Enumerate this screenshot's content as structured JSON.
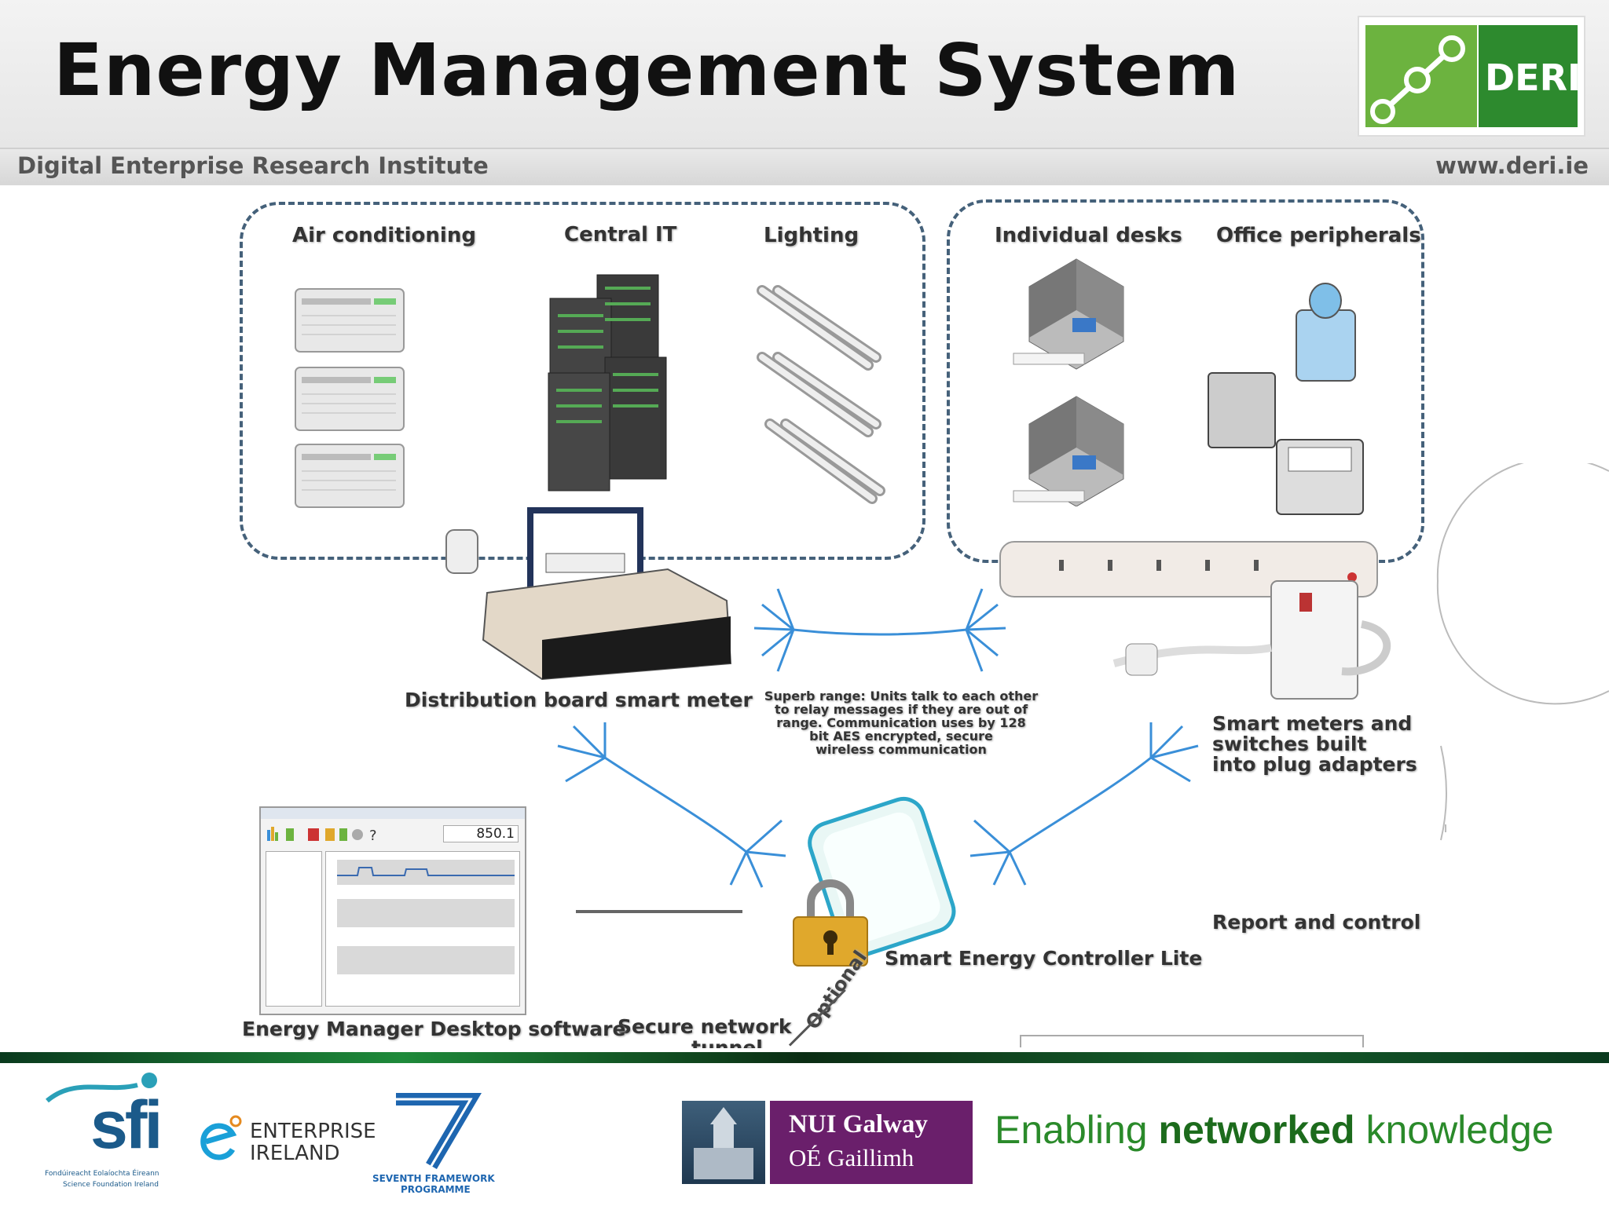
{
  "header": {
    "title": "Energy Management System",
    "institute": "Digital Enterprise Research Institute",
    "url": "www.deri.ie",
    "logo_text": "DERI"
  },
  "diagram": {
    "labels": {
      "air_conditioning": "Air conditioning",
      "central_it": "Central IT",
      "lighting": "Lighting",
      "individual_desks": "Individual desks",
      "office_peripherals": "Office peripherals",
      "distribution_meter": "Distribution board smart meter",
      "range_note_1": "Superb range: Units talk to each other",
      "range_note_2": "to relay messages if they are out of",
      "range_note_3": "range.  Communication uses by 128",
      "range_note_4": "bit AES encrypted, secure",
      "range_note_5": "wireless communication",
      "smart_meters_1": "Smart meters and",
      "smart_meters_2": "switches built",
      "smart_meters_3": "into plug adapters",
      "report_control": "Report and control",
      "controller": "Smart Energy Controller Lite",
      "desktop_software": "Energy Manager Desktop software",
      "secure_network": "Secure network",
      "tunnel": "tunnel",
      "optional": "Optional"
    },
    "software_readout": "850.1"
  },
  "footer": {
    "sfi_text": "sfi",
    "sfi_sub_1": "Fondúireacht Eolaíochta Éireann",
    "sfi_sub_2": "Science Foundation Ireland",
    "enterprise_1": "ENTERPRISE",
    "enterprise_2": "IRELAND",
    "fp7_1": "SEVENTH FRAMEWORK",
    "fp7_2": "PROGRAMME",
    "nui_1": "NUI Galway",
    "nui_2": "OÉ Gaillimh",
    "tagline_pre": "Enabling ",
    "tagline_bold": "networked",
    "tagline_post": " knowledge"
  },
  "colors": {
    "deri_green_light": "#6cb33f",
    "deri_green_dark": "#2d8a2e",
    "tagline_green": "#2a8a2a",
    "nui_purple": "#6a1f6b",
    "arrow_blue": "#3a8fd8"
  }
}
